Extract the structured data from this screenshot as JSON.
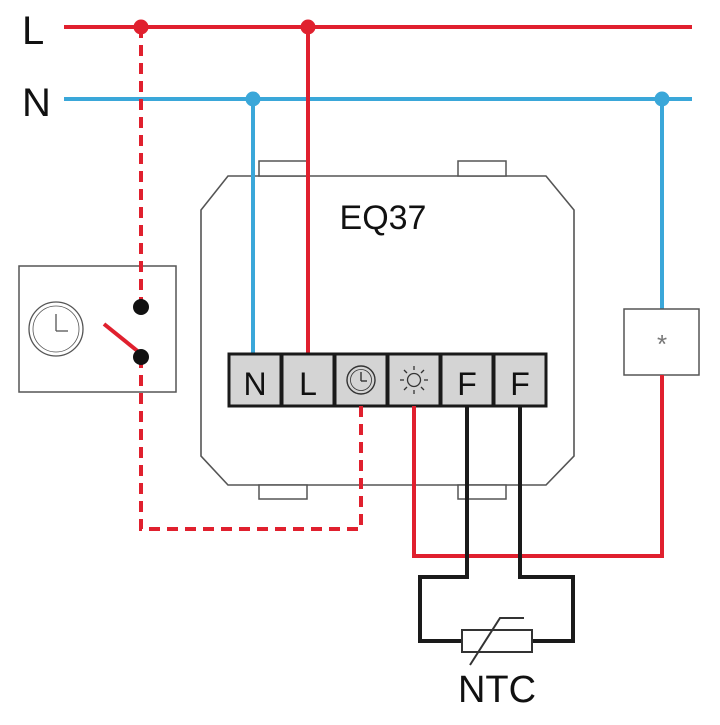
{
  "lines": {
    "l_label": "L",
    "n_label": "N"
  },
  "device": {
    "title": "EQ37"
  },
  "terminals": [
    {
      "label": "N",
      "icon": ""
    },
    {
      "label": "L",
      "icon": ""
    },
    {
      "label": "",
      "icon": "clock-icon"
    },
    {
      "label": "",
      "icon": "sun-icon"
    },
    {
      "label": "F",
      "icon": ""
    },
    {
      "label": "F",
      "icon": ""
    }
  ],
  "timer_switch": {
    "icon": "clock-icon"
  },
  "load": {
    "symbol": "*"
  },
  "sensor": {
    "label": "NTC"
  },
  "colors": {
    "live": "#e0202e",
    "neutral": "#3aa7d9",
    "sensor_wire": "#1a1a1a",
    "outline": "#555555",
    "terminal_fill": "#d4d4d4"
  }
}
